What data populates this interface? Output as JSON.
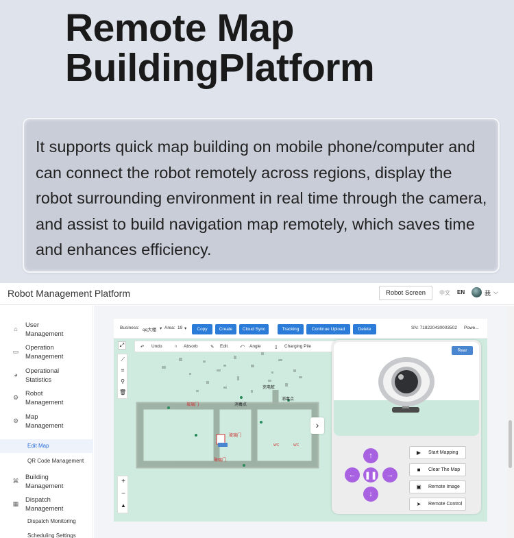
{
  "headline": {
    "line1": "Remote Map",
    "line2": "BuildingPlatform"
  },
  "description": "It supports quick map building on   mobile phone/computer and can connect the robot remotely across regions, display the robot surrounding environment in real time through the camera, and assist to build navigation map remotely, which saves time and enhances efficiency.",
  "app": {
    "title": "Robot Management Platform",
    "robot_screen": "Robot Screen",
    "lang_zh": "中文",
    "lang_en": "EN",
    "user_label": "我",
    "sidebar": [
      {
        "label1": "User",
        "label2": "Management",
        "icon": "home-icon"
      },
      {
        "label1": "Operation",
        "label2": "Management",
        "icon": "monitor-icon"
      },
      {
        "label1": "Operational",
        "label2": "Statistics",
        "icon": "pie-chart-icon"
      },
      {
        "label1": "Robot",
        "label2": "Management",
        "icon": "gear-icon"
      },
      {
        "label1": "Map",
        "label2": "Management",
        "icon": "gear-icon"
      },
      {
        "label1": "Building",
        "label2": "Management",
        "icon": "building-icon"
      },
      {
        "label1": "Dispatch",
        "label2": "Management",
        "icon": "grid-icon"
      }
    ],
    "sub_items": {
      "edit_map": "Edit Map",
      "qr_code": "QR Code Management",
      "dispatch_monitoring": "Dispatch Monitoring",
      "scheduling_settings": "Scheduling Settings"
    },
    "toolbar": {
      "business_label": "Business:",
      "business_value": "qq大楼",
      "area_label": "Area:",
      "area_value": "19",
      "copy": "Copy",
      "create": "Create",
      "cloud_sync": "Cloud Sync",
      "tracking": "Tracking",
      "continue_upload": "Continue Upload",
      "delete": "Delete",
      "sn": "SN:  718220430003502",
      "power": "Powe..."
    },
    "map_tools": {
      "undo": "Undo",
      "absorb": "Absorb",
      "edit": "Edit",
      "angle": "Angle",
      "charging_pile": "Charging Pile"
    },
    "map_labels": {
      "charging": "充电桩",
      "door1": "玻璃门",
      "disinfect1": "消毒点",
      "disinfect2": "消毒点",
      "door2": "玻璃门",
      "wc1": "WC",
      "wc2": "WC",
      "door3": "玻璃门"
    },
    "camera": {
      "rear": "Rear",
      "start_mapping": "Start Mapping",
      "clear_map": "Clear The Map",
      "remote_image": "Remote Image",
      "remote_control": "Remote Control"
    },
    "colors": {
      "primary": "#2b7bd8",
      "joystick": "#a861e0",
      "map_bg": "#cfeadf"
    }
  }
}
